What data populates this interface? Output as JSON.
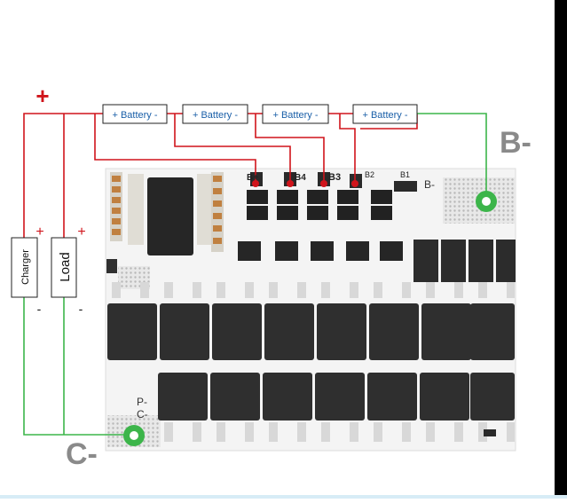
{
  "labels": {
    "plus_top": "+",
    "battery": [
      "+ Battery -",
      "+ Battery -",
      "+ Battery -",
      "+ Battery -"
    ],
    "b_minus_big": "B-",
    "c_minus_big": "C-",
    "charger": "Charger",
    "load": "Load",
    "charger_plus": "+",
    "load_plus": "+",
    "charger_minus": "-",
    "load_minus": "-",
    "pcb_bplus": "B+",
    "pcb_b4": "B4",
    "pcb_b3": "B3",
    "pcb_b2": "B2",
    "pcb_b1": "B1",
    "pcb_bminus": "B-",
    "pcb_pminus": "P-",
    "pcb_cminus": "C-"
  },
  "colors": {
    "positive_wire": "#d0141b",
    "negative_wire": "#3cb54a",
    "battery_text": "#1a5fa8",
    "big_label": "#8a8a8a",
    "pcb": "#f4f4f4",
    "component": "#2e2e2e"
  }
}
